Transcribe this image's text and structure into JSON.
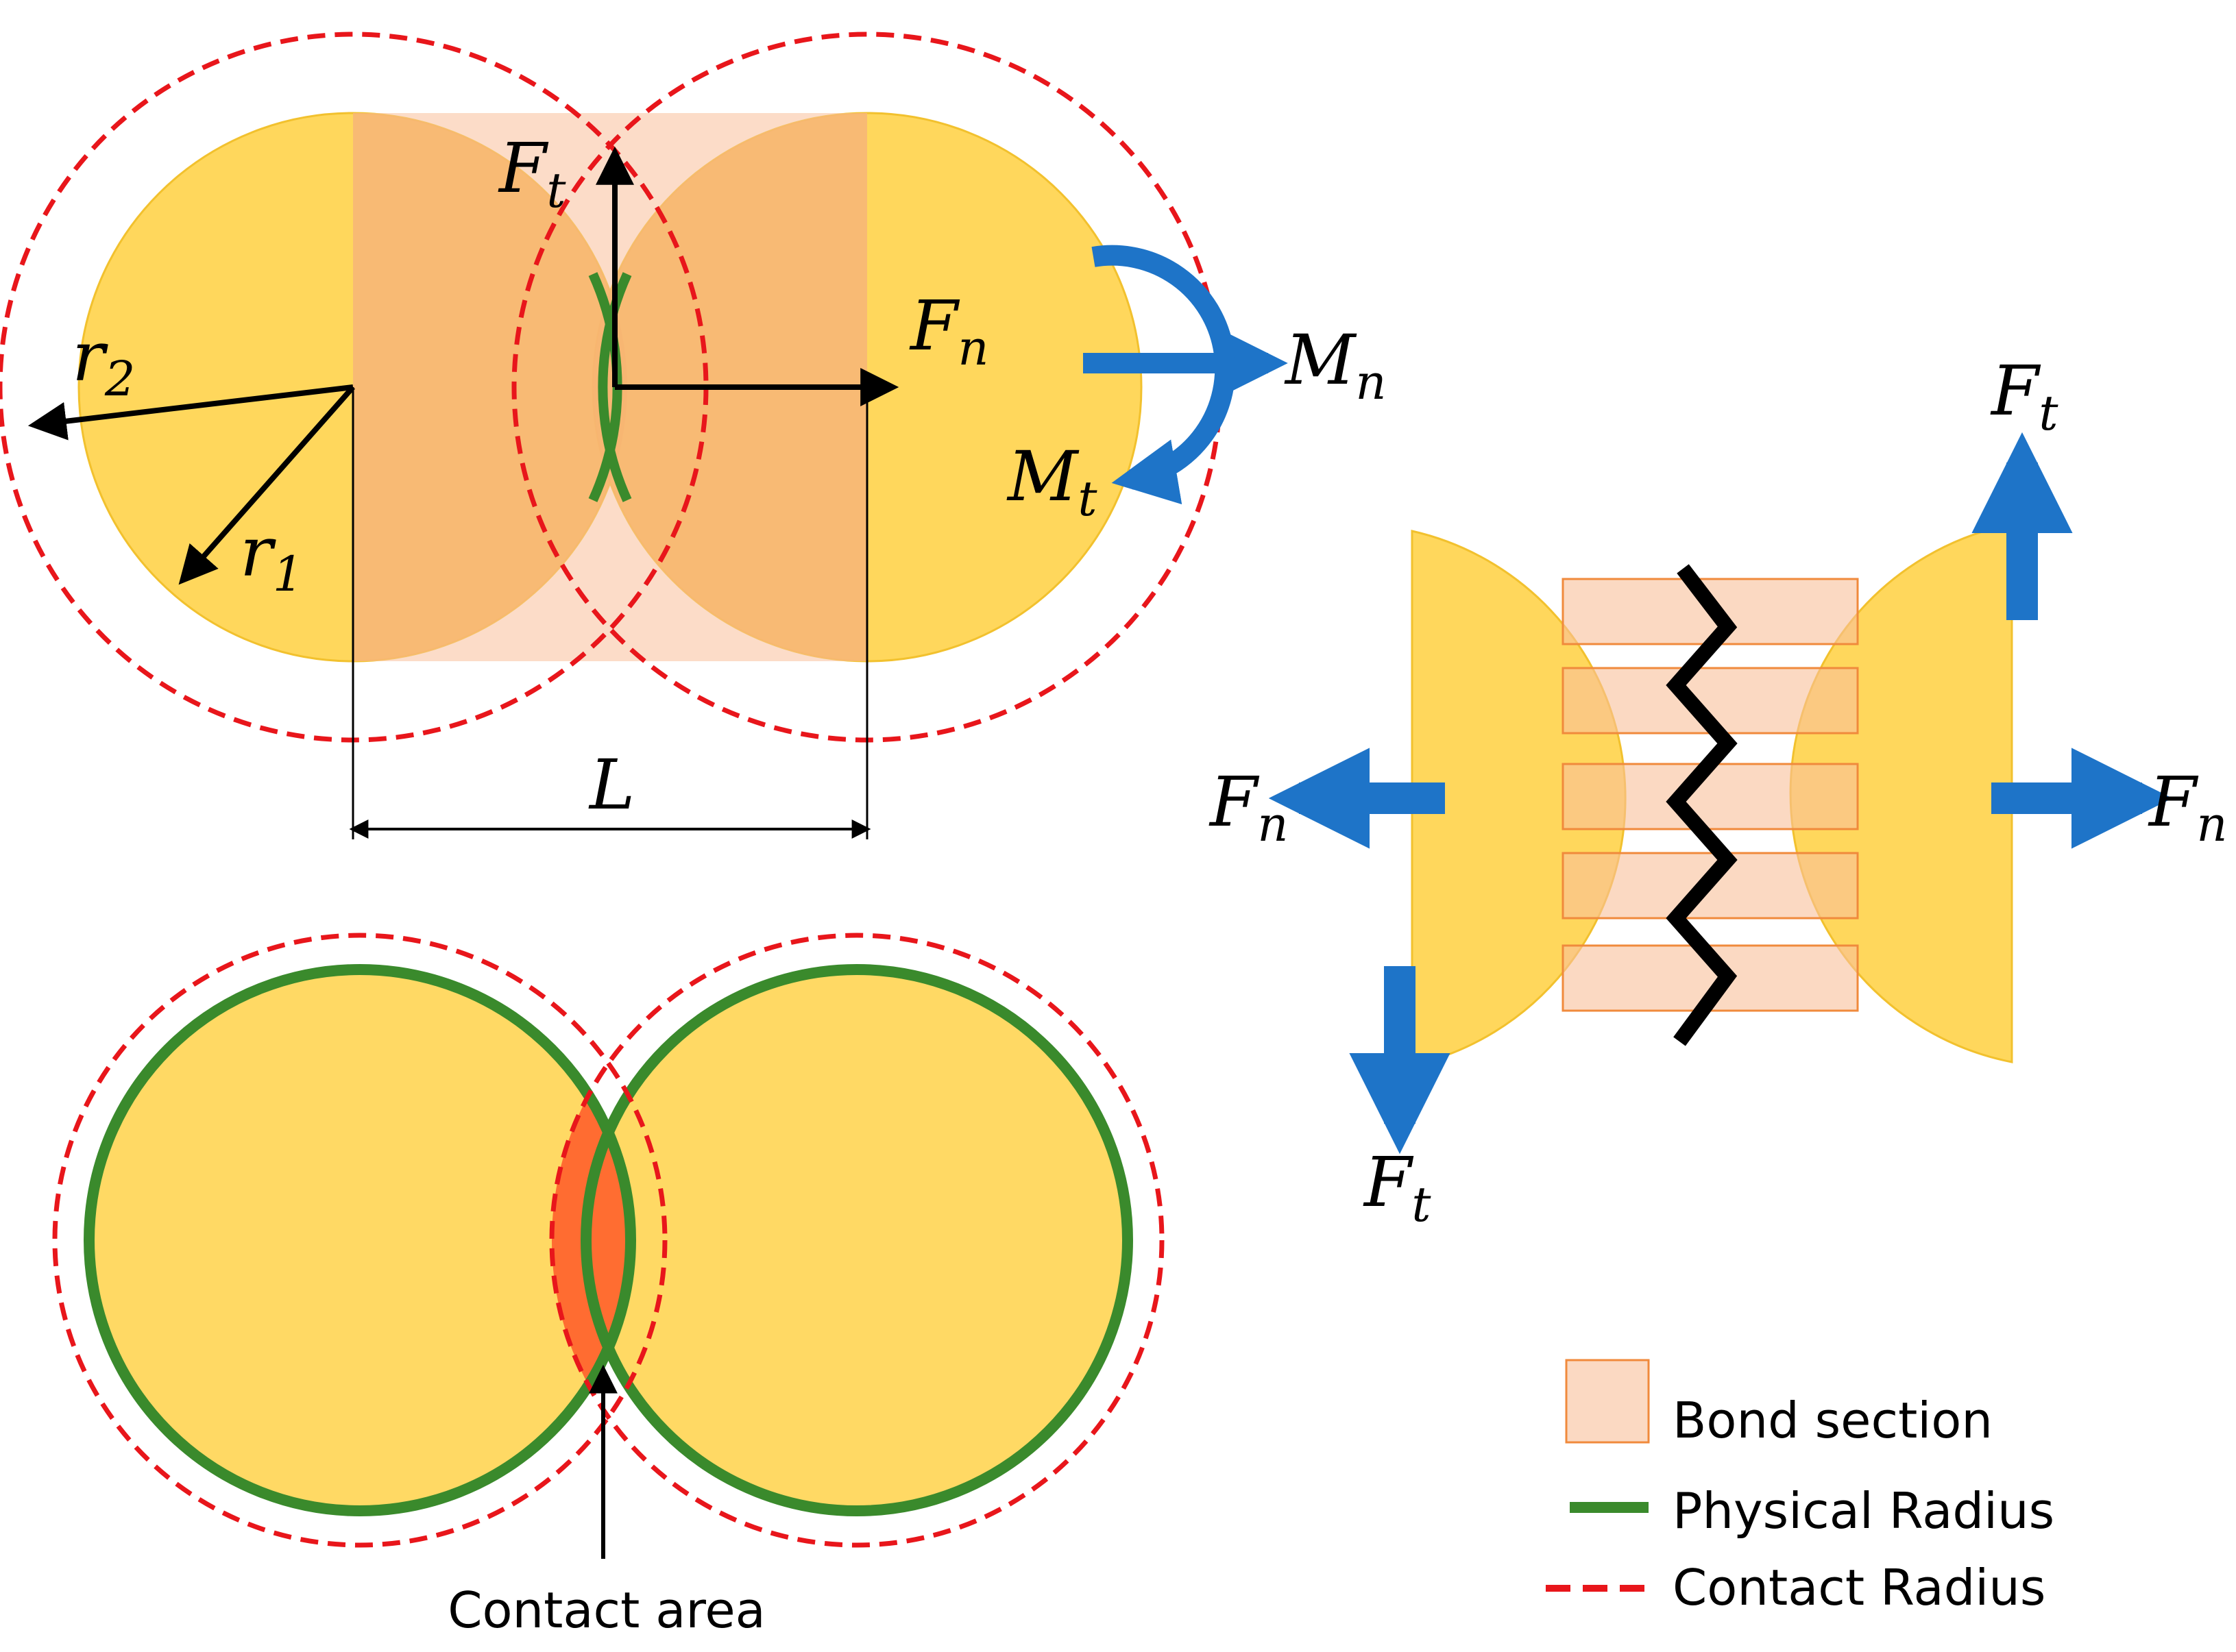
{
  "colors": {
    "particle": "#FFD75C",
    "particle_edge": "#F2C12E",
    "bond_fill": "#F9C09A",
    "bond_edge": "#F08A3C",
    "physical_radius": "#3A8A2C",
    "contact_radius": "#E8161B",
    "force_arrow": "#1E74C8",
    "dimension_line": "#000000",
    "contact_area": "#FF5A2A"
  },
  "labels": {
    "r1": {
      "base": "r",
      "sub": "1"
    },
    "r2": {
      "base": "r",
      "sub": "2"
    },
    "L": "L",
    "ft_top": {
      "base": "F",
      "sub": "t"
    },
    "fn_top": {
      "base": "F",
      "sub": "n"
    },
    "mn": {
      "base": "M",
      "sub": "n"
    },
    "mt": {
      "base": "M",
      "sub": "t"
    },
    "ft_right_top": {
      "base": "F",
      "sub": "t"
    },
    "ft_right_bottom": {
      "base": "F",
      "sub": "t"
    },
    "fn_right_left": {
      "base": "F",
      "sub": "n"
    },
    "fn_right_right": {
      "base": "F",
      "sub": "n"
    },
    "contact_area": "Contact area"
  },
  "legend": [
    {
      "icon": "bond-section-swatch",
      "label": "Bond section"
    },
    {
      "icon": "solid-green-line",
      "label": "Physical Radius"
    },
    {
      "icon": "dashed-red-line",
      "label": "Contact Radius"
    }
  ]
}
